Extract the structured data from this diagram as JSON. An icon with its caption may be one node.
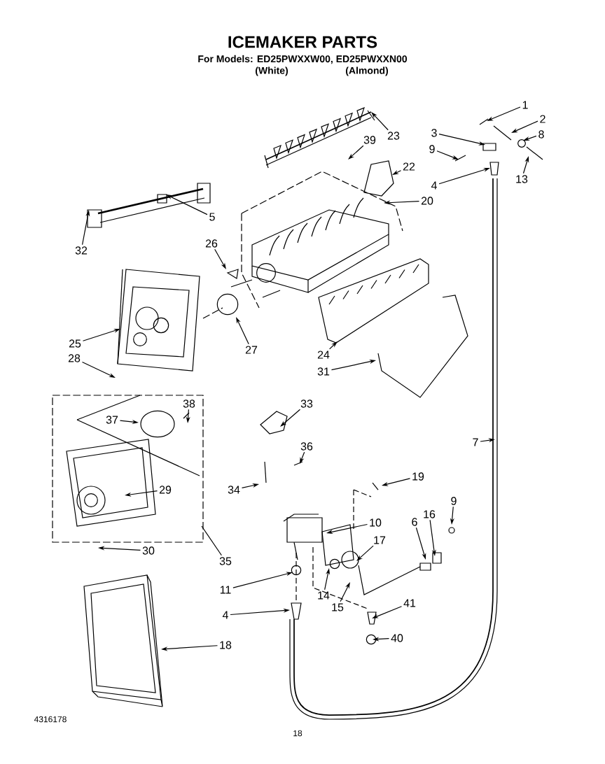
{
  "diagram": {
    "title": "ICEMAKER PARTS",
    "nodes": [
      {
        "text": [
          "1"
        ]
      },
      {
        "text": [
          "2"
        ]
      },
      {
        "text": [
          "23"
        ]
      },
      {
        "text": [
          "3"
        ]
      },
      {
        "text": [
          "8"
        ]
      },
      {
        "text": [
          "39"
        ]
      },
      {
        "text": [
          "9"
        ]
      },
      {
        "text": [
          "22"
        ]
      },
      {
        "text": [
          "4"
        ]
      },
      {
        "text": [
          "13"
        ]
      },
      {
        "text": [
          "20"
        ]
      },
      {
        "text": [
          "5"
        ]
      },
      {
        "text": [
          "26"
        ]
      },
      {
        "text": [
          "32"
        ]
      },
      {
        "text": [
          "27"
        ]
      },
      {
        "text": [
          "25"
        ]
      },
      {
        "text": [
          "24"
        ]
      },
      {
        "text": [
          "28"
        ]
      },
      {
        "text": [
          "31"
        ]
      },
      {
        "text": [
          "38"
        ]
      },
      {
        "text": [
          "33"
        ]
      },
      {
        "text": [
          "37"
        ]
      },
      {
        "text": [
          "7"
        ]
      },
      {
        "text": [
          "36"
        ]
      },
      {
        "text": [
          "19"
        ]
      },
      {
        "text": [
          "34"
        ]
      },
      {
        "text": [
          "29"
        ]
      },
      {
        "text": [
          "9"
        ]
      },
      {
        "text": [
          "16"
        ]
      },
      {
        "text": [
          "10"
        ]
      },
      {
        "text": [
          "6"
        ]
      },
      {
        "text": [
          "17"
        ]
      },
      {
        "text": [
          "30"
        ]
      },
      {
        "text": [
          "35"
        ]
      },
      {
        "text": [
          "11"
        ]
      },
      {
        "text": [
          "14"
        ]
      },
      {
        "text": [
          "41"
        ]
      },
      {
        "text": [
          "15"
        ]
      },
      {
        "text": [
          "4"
        ]
      },
      {
        "text": [
          "40"
        ]
      },
      {
        "text": [
          "18"
        ]
      }
    ],
    "edges": [
      {
        "from": 0,
        "to": null,
        "arrow": "to"
      },
      {
        "from": 1,
        "to": null,
        "arrow": "to"
      },
      {
        "from": 2,
        "to": null,
        "arrow": "to"
      },
      {
        "from": 3,
        "to": null,
        "arrow": "to"
      },
      {
        "from": 4,
        "to": null,
        "arrow": "to"
      },
      {
        "from": 5,
        "to": null,
        "arrow": "to"
      },
      {
        "from": 6,
        "to": null,
        "arrow": "to"
      },
      {
        "from": 7,
        "to": null,
        "arrow": "to"
      },
      {
        "from": 8,
        "to": null,
        "arrow": "to"
      },
      {
        "from": 9,
        "to": null,
        "arrow": "to"
      },
      {
        "from": 10,
        "to": null,
        "arrow": "to"
      },
      {
        "from": 11,
        "to": null,
        "arrow": "to"
      },
      {
        "from": 12,
        "to": null,
        "arrow": "to"
      },
      {
        "from": 13,
        "to": null,
        "arrow": "to"
      },
      {
        "from": 14,
        "to": null,
        "arrow": "to"
      },
      {
        "from": 15,
        "to": null,
        "arrow": "to"
      },
      {
        "from": 16,
        "to": null,
        "arrow": "to"
      },
      {
        "from": 17,
        "to": null,
        "arrow": "to"
      },
      {
        "from": 18,
        "to": null,
        "arrow": "to"
      },
      {
        "from": 19,
        "to": null,
        "arrow": "to"
      },
      {
        "from": 20,
        "to": null,
        "arrow": "to"
      },
      {
        "from": 21,
        "to": null,
        "arrow": "to"
      },
      {
        "from": 22,
        "to": null,
        "arrow": "to"
      },
      {
        "from": 23,
        "to": null,
        "arrow": "to"
      },
      {
        "from": 24,
        "to": null,
        "arrow": "to"
      },
      {
        "from": 25,
        "to": null,
        "arrow": "to"
      },
      {
        "from": 26,
        "to": null,
        "arrow": "to"
      },
      {
        "from": 27,
        "to": null,
        "arrow": "to"
      },
      {
        "from": 28,
        "to": null,
        "arrow": "to"
      },
      {
        "from": 29,
        "to": null,
        "arrow": "to"
      },
      {
        "from": 30,
        "to": null,
        "arrow": "to"
      },
      {
        "from": 31,
        "to": null,
        "arrow": "to"
      },
      {
        "from": 32,
        "to": null,
        "arrow": "to"
      },
      {
        "from": 33,
        "to": null,
        "arrow": "none"
      },
      {
        "from": 34,
        "to": null,
        "arrow": "to"
      },
      {
        "from": 35,
        "to": null,
        "arrow": "to"
      },
      {
        "from": 36,
        "to": null,
        "arrow": "to"
      },
      {
        "from": 37,
        "to": null,
        "arrow": "to"
      },
      {
        "from": 38,
        "to": null,
        "arrow": "to"
      },
      {
        "from": 39,
        "to": null,
        "arrow": "to"
      },
      {
        "from": 40,
        "to": null,
        "arrow": "to"
      }
    ],
    "labels": [
      "For Models: ED25PWXXW00, ED25PWXXN00",
      "(White)",
      "(Almond)",
      "4316178",
      "18"
    ]
  }
}
